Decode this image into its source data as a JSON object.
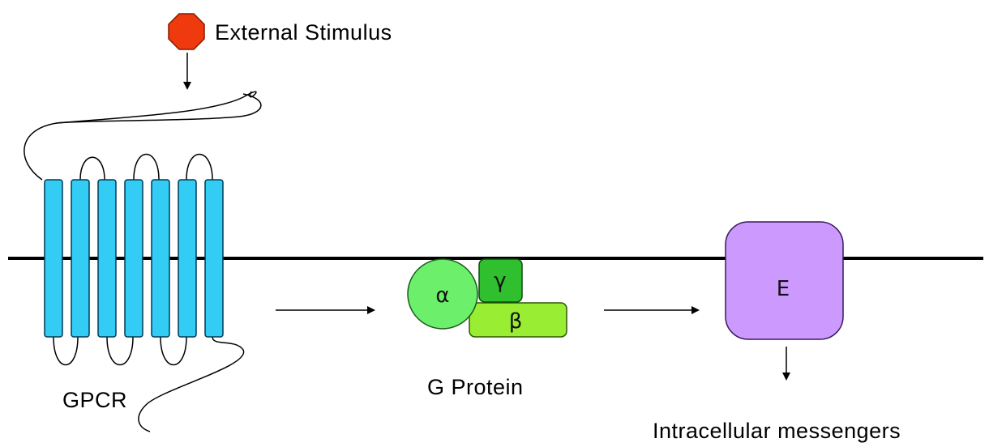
{
  "labels": {
    "stimulus": "External Stimulus",
    "gpcr": "GPCR",
    "g_protein": "G Protein",
    "messengers": "Intracellular messengers"
  },
  "subunits": {
    "alpha": "α",
    "gamma": "γ",
    "beta": "β",
    "effector": "E"
  },
  "colors": {
    "stop_sign": "#ee3a0c",
    "helix": "#33ccf5",
    "alpha": "#6cf06c",
    "gamma": "#2fbf2f",
    "beta": "#99ee33",
    "effector": "#cc99ff",
    "membrane": "#000000"
  }
}
